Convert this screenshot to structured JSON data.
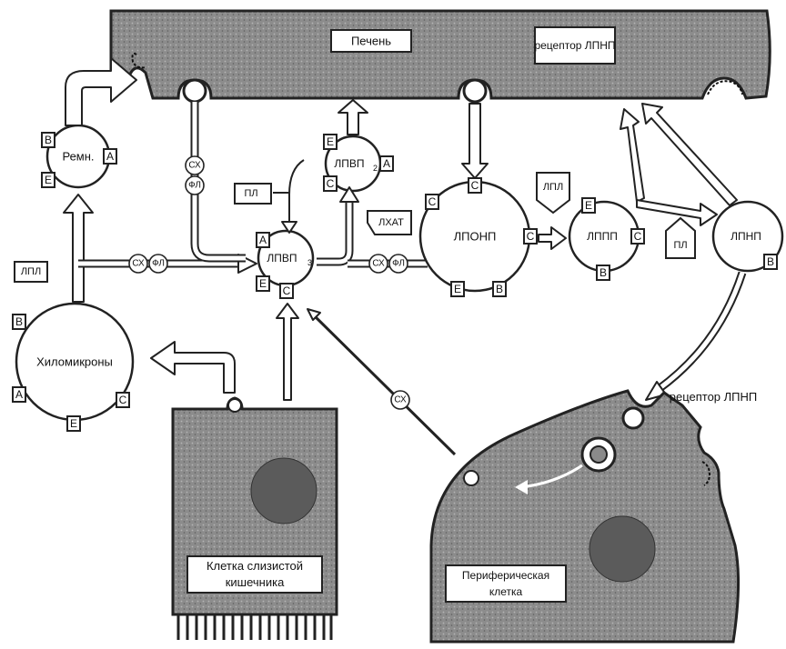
{
  "organs": {
    "liver": "Печень",
    "receptor_top": "рецептор ЛПНП",
    "receptor_right": "рецептор ЛПНП",
    "intestine_cell": "Клетка слизистой кишечника",
    "peripheral_cell": "Периферическая клетка"
  },
  "particles": {
    "remnant": "Ремн.",
    "chylomicrons": "Хиломикроны",
    "hdl3": "ЛПВП",
    "hdl3_sub": "3",
    "hdl2": "ЛПВП",
    "hdl2_sub": "2",
    "vldl": "ЛПОНП",
    "idl": "ЛППП",
    "ldl": "ЛПНП"
  },
  "apo": {
    "A": "A",
    "B": "B",
    "C": "C",
    "E": "E"
  },
  "enzymes": {
    "lpl_left": "ЛПЛ",
    "lpl_right": "ЛПЛ",
    "pl_left": "ПЛ",
    "pl_right": "ПЛ",
    "lcat": "ЛХАТ"
  },
  "molecules": {
    "ch": "СХ",
    "pl": "ФЛ"
  }
}
